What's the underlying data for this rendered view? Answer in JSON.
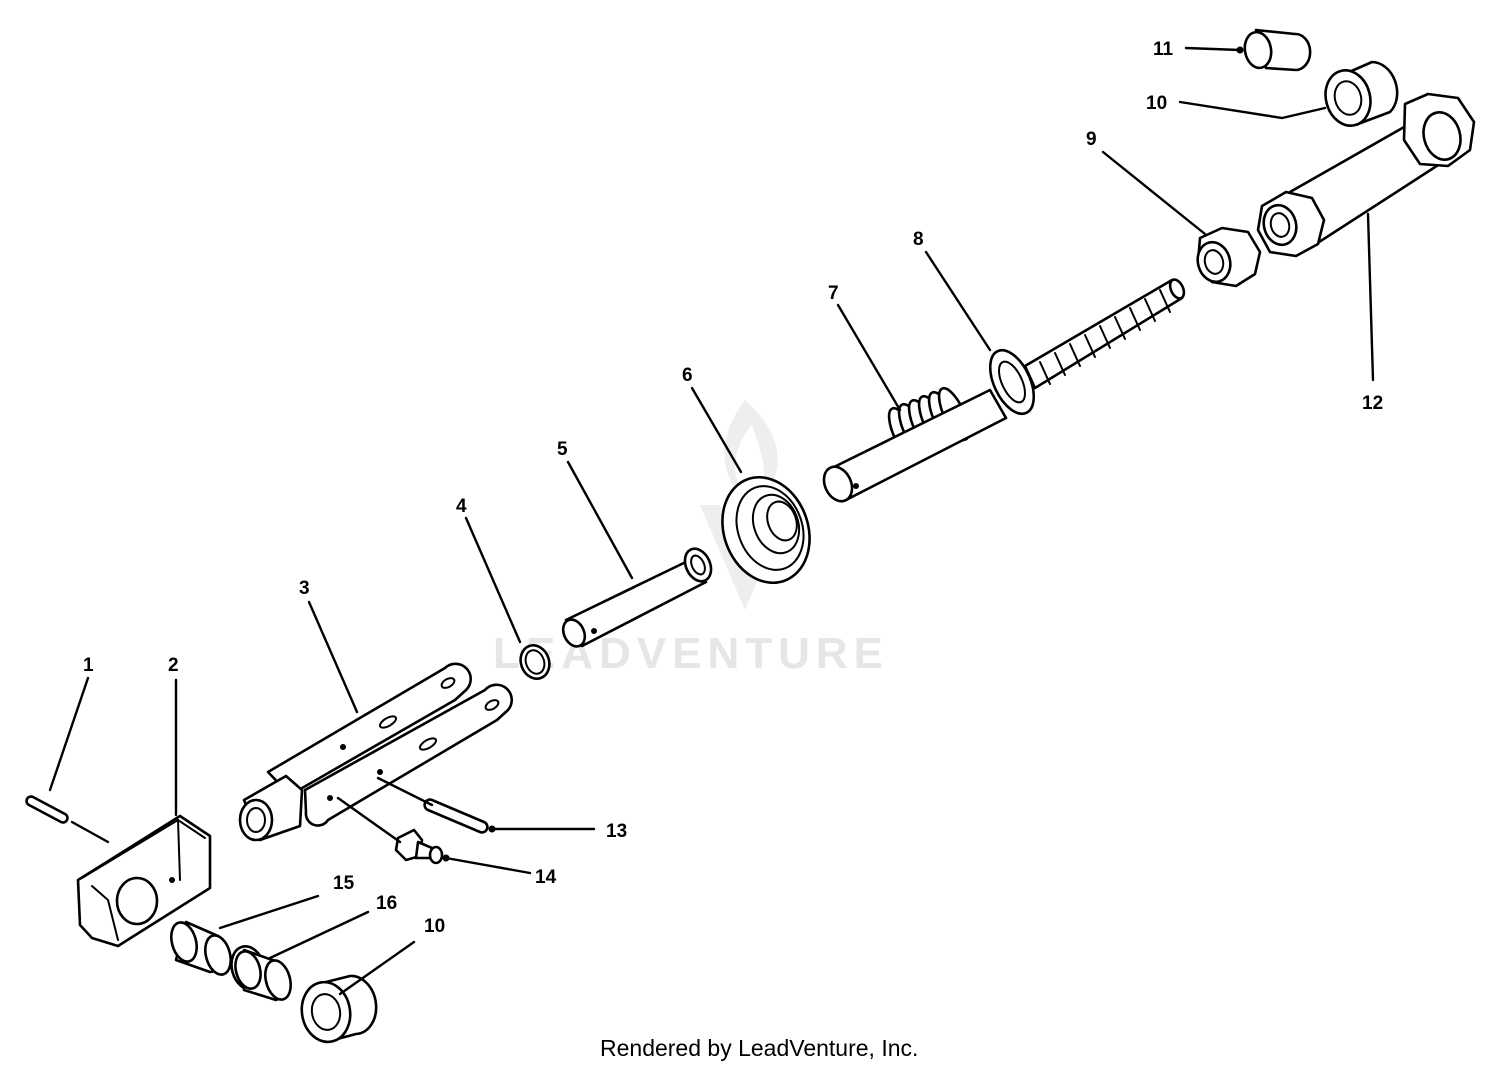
{
  "watermark": "LEADVENTURE",
  "footer": "Rendered by LeadVenture, Inc.",
  "callouts": {
    "c1": "1",
    "c2": "2",
    "c3": "3",
    "c4": "4",
    "c5": "5",
    "c6": "6",
    "c7": "7",
    "c8": "8",
    "c9": "9",
    "c10_top": "10",
    "c11": "11",
    "c12": "12",
    "c13": "13",
    "c14": "14",
    "c15": "15",
    "c16": "16",
    "c10_bottom": "10"
  }
}
